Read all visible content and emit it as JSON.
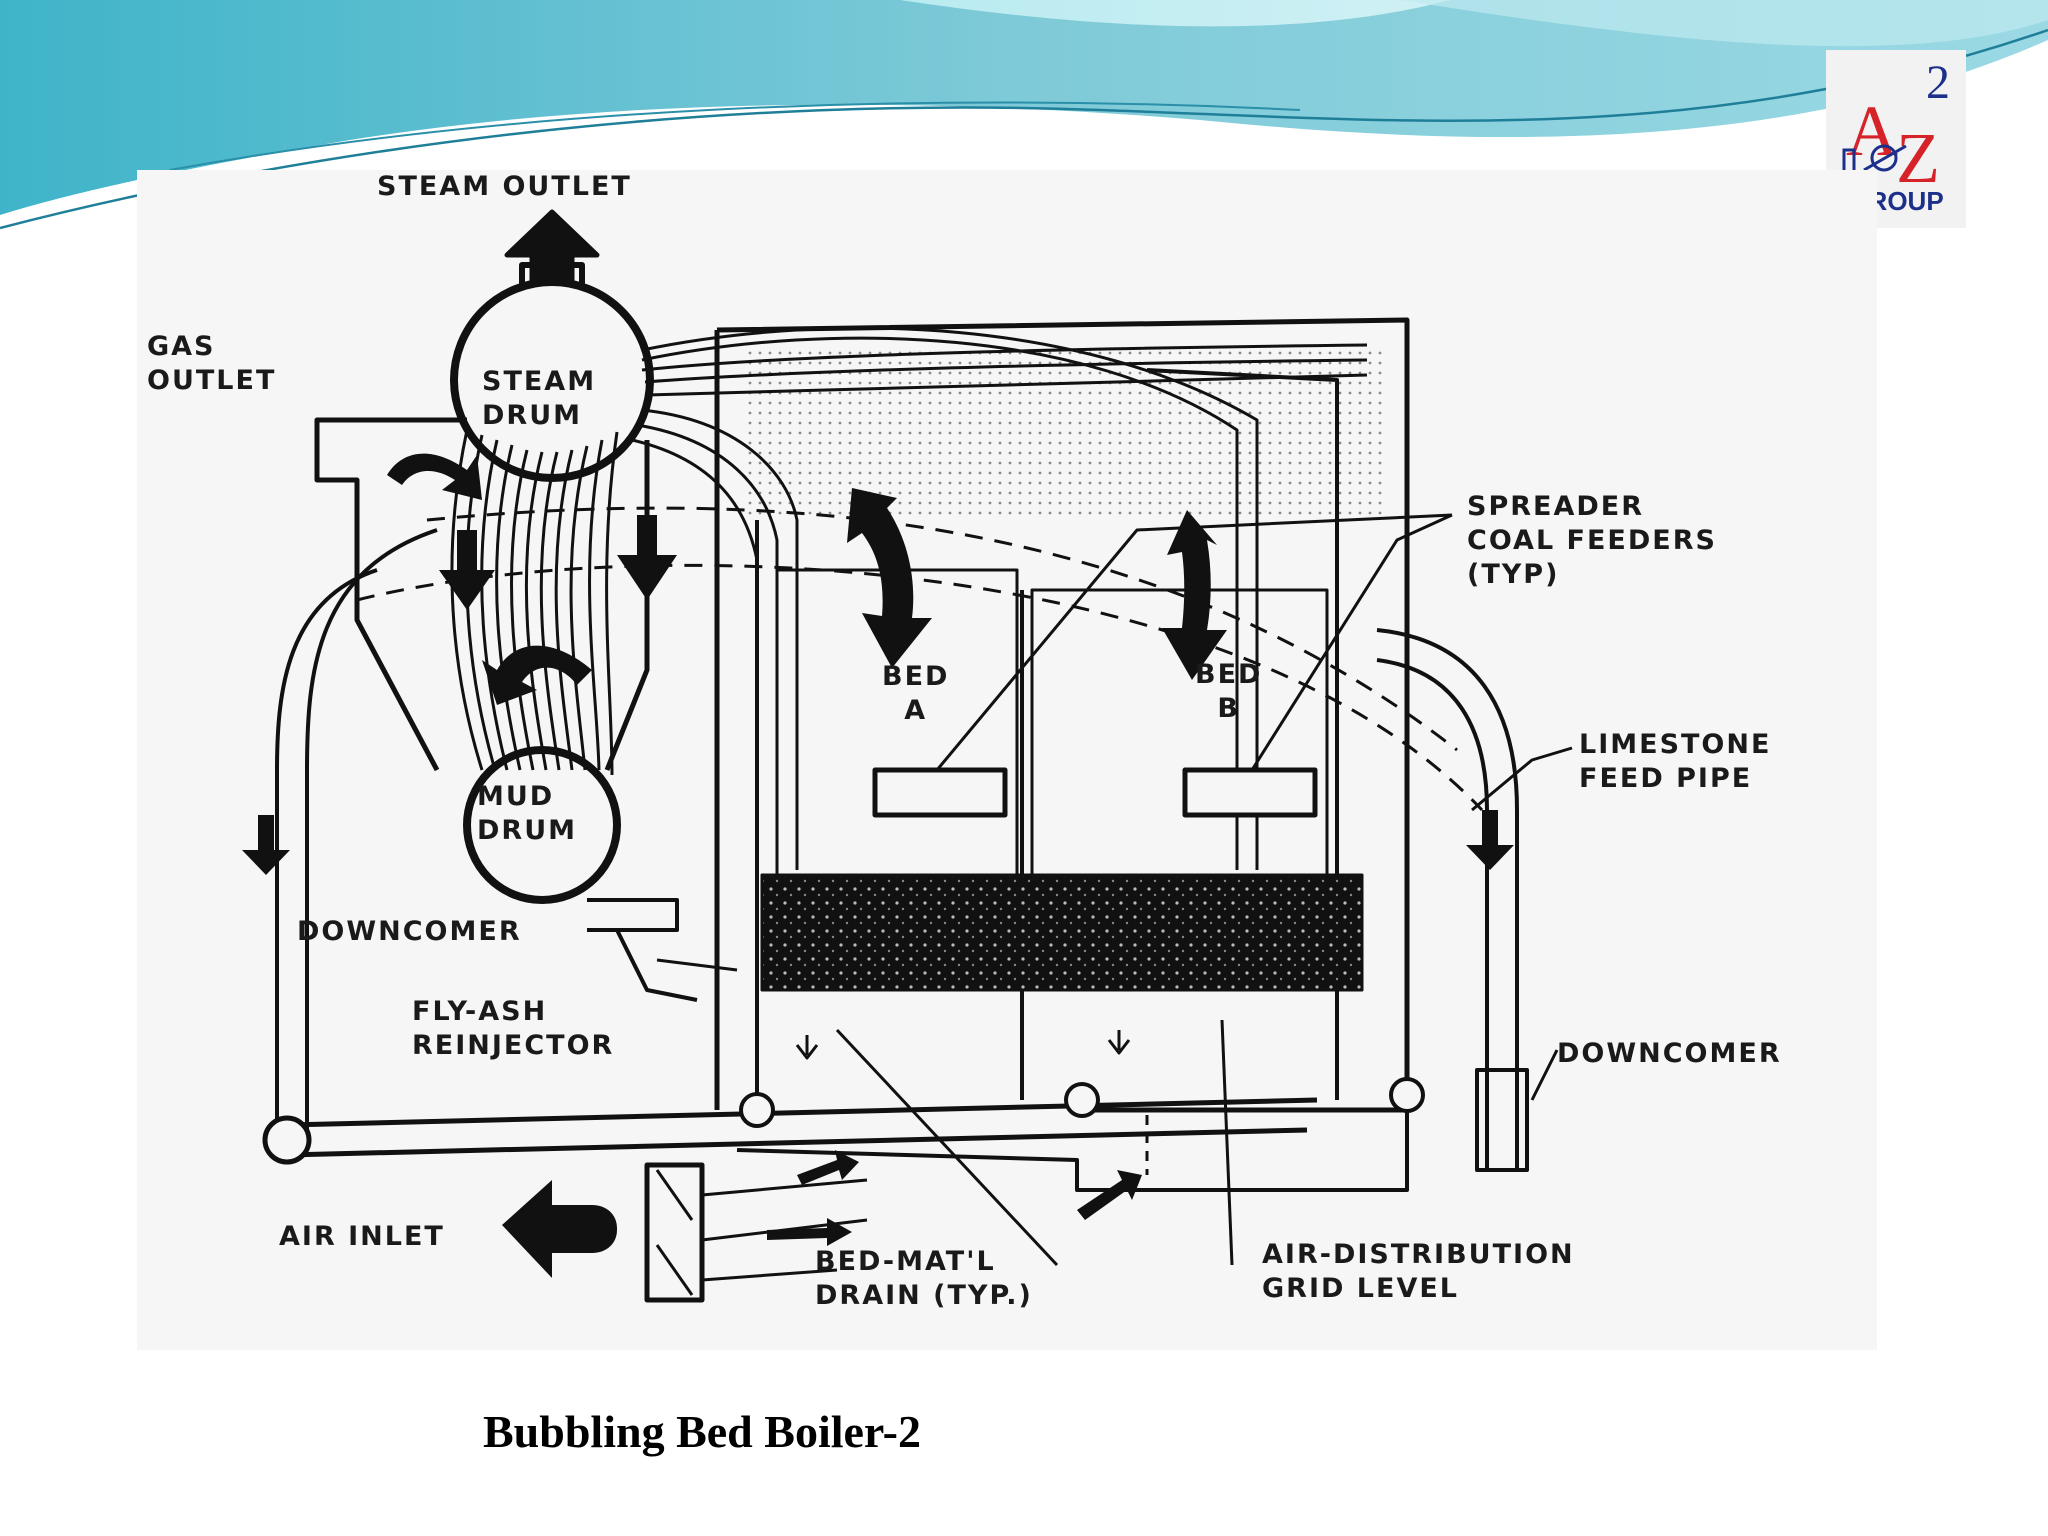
{
  "logo": {
    "superscript": "2",
    "letter_a": "A",
    "letter_z": "Z",
    "group": "GROUP"
  },
  "diagram": {
    "labels": {
      "steam_outlet": "STEAM OUTLET",
      "gas_outlet": "GAS\nOUTLET",
      "steam_drum": "STEAM\nDRUM",
      "mud_drum": "MUD\nDRUM",
      "downcomer_left": "DOWNCOMER",
      "fly_ash": "FLY-ASH\nREINJECTOR",
      "air_inlet": "AIR INLET",
      "bed_a": "BED\nA",
      "bed_b": "BED\nB",
      "spreader": "SPREADER\nCOAL FEEDERS\n(TYP)",
      "limestone": "LIMESTONE\nFEED PIPE",
      "downcomer_right": "DOWNCOMER",
      "bed_drain": "BED-MAT'L\nDRAIN (TYP.)",
      "air_grid": "AIR-DISTRIBUTION\nGRID LEVEL"
    }
  },
  "caption": "Bubbling Bed Boiler-2",
  "colors": {
    "wave_dark": "#5fb9cc",
    "wave_light": "#a8e2ea",
    "logo_blue": "#1c2f8a",
    "logo_red": "#d6232a"
  }
}
